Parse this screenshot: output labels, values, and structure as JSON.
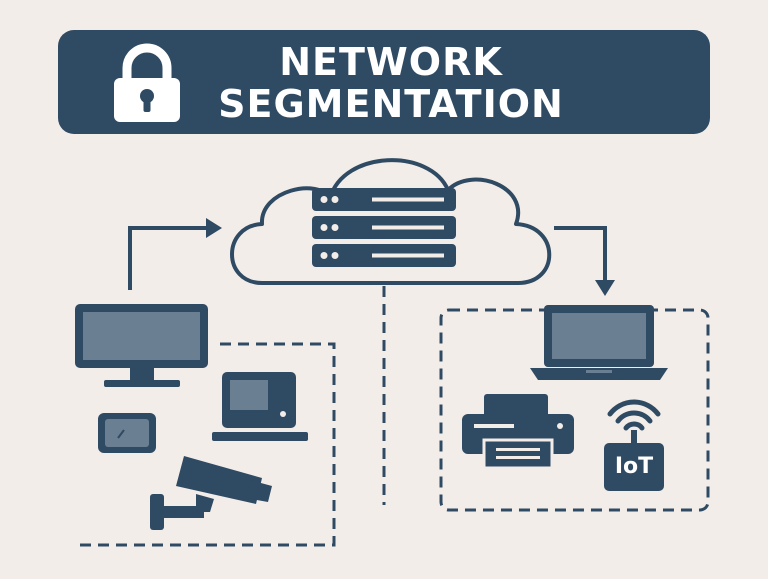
{
  "banner": {
    "title_line1": "NETWORK",
    "title_line2": "SEGMENTATION",
    "lock_icon": "padlock-icon"
  },
  "devices": {
    "iot_label": "IoT"
  },
  "colors": {
    "primary": "#2f4a63",
    "screen": "#6b7f93",
    "background": "#f3ede9"
  },
  "icons": [
    "padlock-icon",
    "cloud-icon",
    "server-rack-icon",
    "monitor-icon",
    "desktop-computer-icon",
    "tablet-icon",
    "security-camera-icon",
    "laptop-icon",
    "printer-icon",
    "wifi-icon",
    "iot-device-icon",
    "arrow-icon"
  ]
}
